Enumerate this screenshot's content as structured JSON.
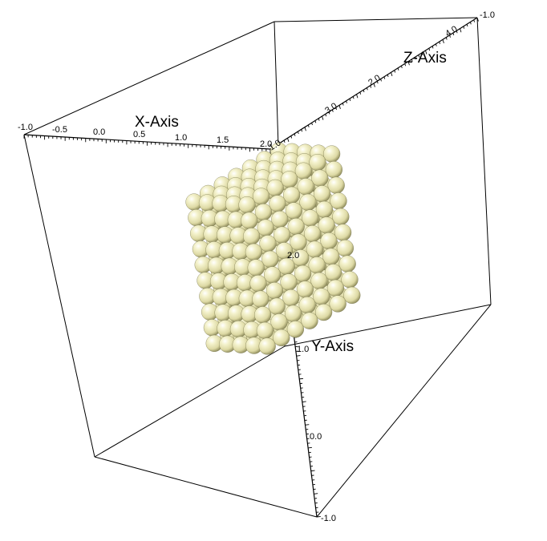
{
  "chart_data": {
    "type": "scatter",
    "projection": "3d",
    "axes": {
      "x": {
        "title": "X-Axis",
        "range": [
          -1.0,
          2.0
        ],
        "tick_labels": [
          "-1.0",
          "-0.5",
          "0.0",
          "0.5",
          "1.0",
          "1.5",
          "2.0"
        ]
      },
      "y": {
        "title": "Y-Axis",
        "range": [
          -1.0,
          3.0
        ],
        "tick_labels": [
          "-1.0",
          "0.0",
          "1.0",
          "2.0"
        ]
      },
      "z": {
        "title": "Z-Axis",
        "range": [
          -1.0,
          4.0
        ],
        "tick_labels": [
          "-1.0",
          "4.0",
          "3.0",
          "2.0",
          "1.0"
        ]
      }
    },
    "series": [
      {
        "marker": "sphere",
        "color": "#e8e6b4",
        "lattice": {
          "x_count": 5,
          "y_count": 10,
          "z_count": 7
        }
      }
    ],
    "grid": false,
    "legend": "none"
  },
  "colors": {
    "sphere": "#e8e6b4",
    "sphere_highlight": "#ffffff",
    "sphere_shadow": "#7c7a4e",
    "frame": "#000000",
    "background": "#ffffff"
  }
}
